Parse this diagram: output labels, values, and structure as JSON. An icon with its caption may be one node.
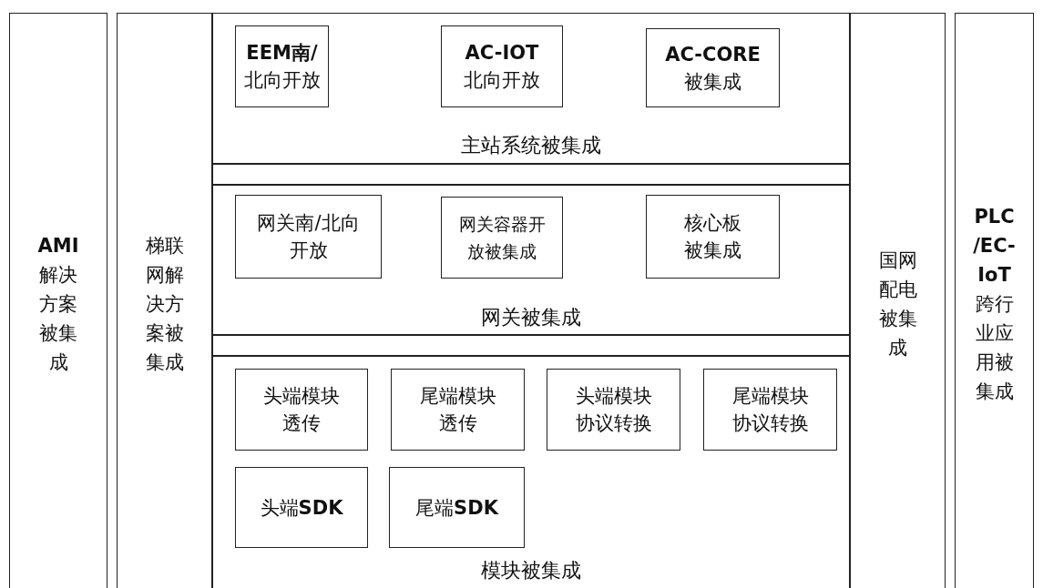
{
  "diagram": {
    "nodes": [
      {
        "text": [
          "**AMI**解决方案被集成"
        ]
      },
      {
        "text": [
          "梯联网解决方案被集成"
        ]
      },
      {
        "text": [
          "主站系统被集成"
        ]
      },
      {
        "text": [
          "**EEM南/**北向开放"
        ],
        "in": 2
      },
      {
        "text": [
          "**AC-IOT**北向开放"
        ],
        "in": 2
      },
      {
        "text": [
          "**AC-CORE**被集成"
        ],
        "in": 2
      },
      {
        "text": [],
        "shape": "bar"
      },
      {
        "text": [
          "网关被集成"
        ]
      },
      {
        "text": [
          "网关南/北向开放"
        ],
        "in": 7
      },
      {
        "text": [
          "网关容器开放被集成"
        ],
        "in": 7
      },
      {
        "text": [
          "核心板被集成"
        ],
        "in": 7
      },
      {
        "text": [],
        "shape": "bar"
      },
      {
        "text": [
          "模块被集成"
        ]
      },
      {
        "text": [
          "头端模块透传"
        ],
        "in": 12
      },
      {
        "text": [
          "尾端模块透传"
        ],
        "in": 12
      },
      {
        "text": [
          "头端模块协议转换"
        ],
        "in": 12
      },
      {
        "text": [
          "尾端模块协议转换"
        ],
        "in": 12
      },
      {
        "text": [
          "头端**SDK**"
        ],
        "in": 12
      },
      {
        "text": [
          "尾端**SDK**"
        ],
        "in": 12
      },
      {
        "text": [
          "国网配电被集成"
        ]
      },
      {
        "text": [
          "**PLC/EC-IoT**跨行业应用被集成"
        ]
      }
    ],
    "edges": []
  }
}
